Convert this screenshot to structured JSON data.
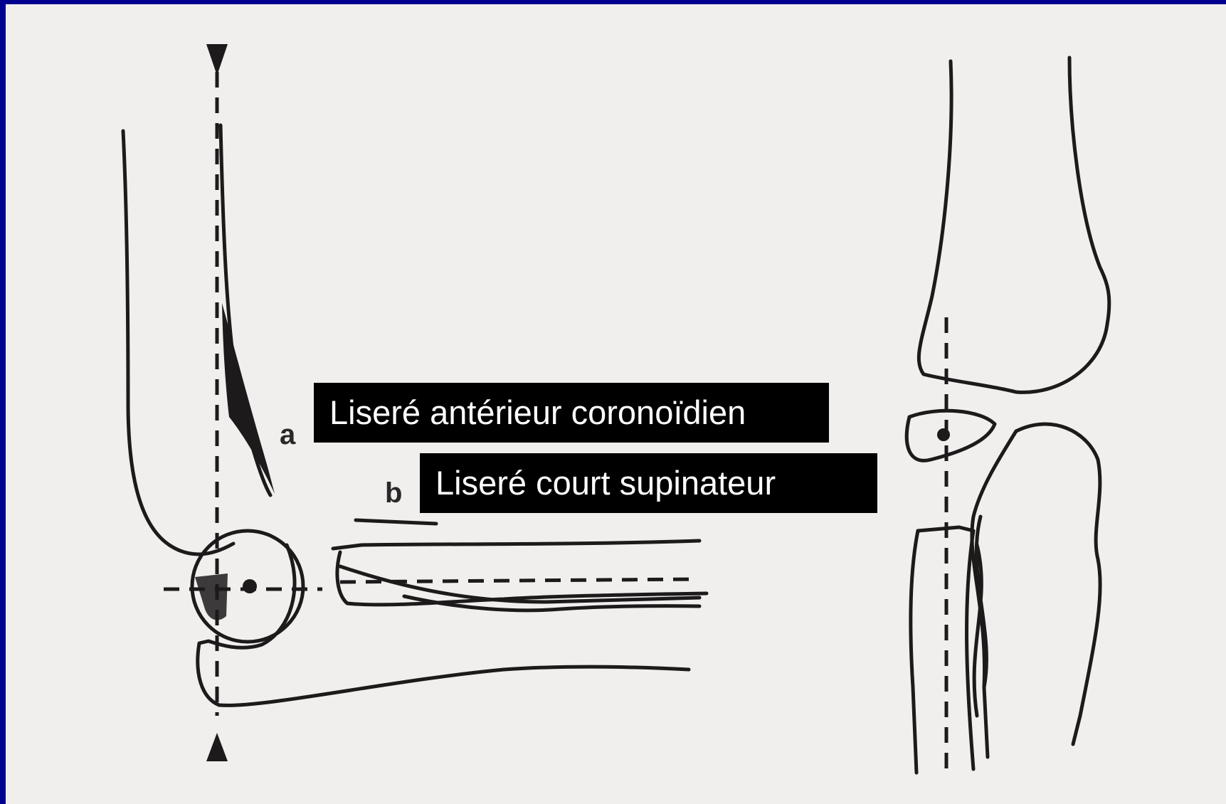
{
  "labels": {
    "coronoid": "Liseré antérieur coronoïdien",
    "supinator": "Liseré court supinateur"
  },
  "figure_letters": {
    "a": "a",
    "b": "b"
  },
  "colors": {
    "slide_background": "#00008f",
    "paper": "#f1efed",
    "ink": "#1c1a1a",
    "label_background": "#000000",
    "label_text": "#ffffff"
  }
}
